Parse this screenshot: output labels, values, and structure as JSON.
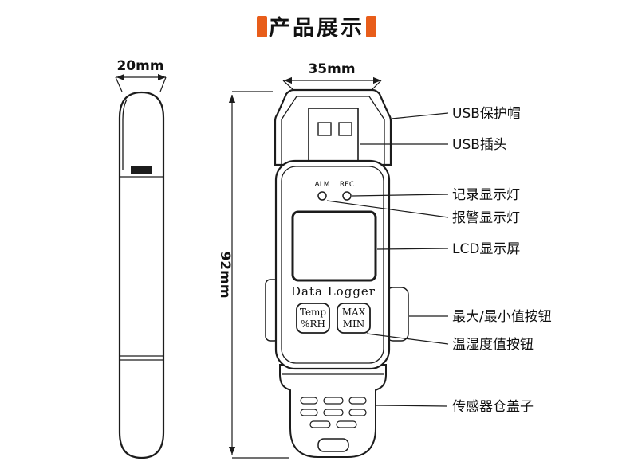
{
  "page": {
    "title": "产品展示"
  },
  "dimensions": {
    "side_width": "20mm",
    "front_width": "35mm",
    "front_height": "92mm"
  },
  "device": {
    "alm": "ALM",
    "rec": "REC",
    "brand": "Data Logger",
    "btn_temp_line1": "Temp",
    "btn_temp_line2": "%RH",
    "btn_maxmin_line1": "MAX",
    "btn_maxmin_line2": "MIN"
  },
  "annotations": [
    {
      "label": "USB保护帽"
    },
    {
      "label": "USB插头"
    },
    {
      "label": "记录显示灯"
    },
    {
      "label": "报警显示灯"
    },
    {
      "label": "LCD显示屏"
    },
    {
      "label": "最大/最小值按钮"
    },
    {
      "label": "温湿度值按钮"
    },
    {
      "label": "传感器仓盖子"
    }
  ],
  "colors": {
    "accent": "#e85d1a",
    "line": "#1c1c1c"
  }
}
